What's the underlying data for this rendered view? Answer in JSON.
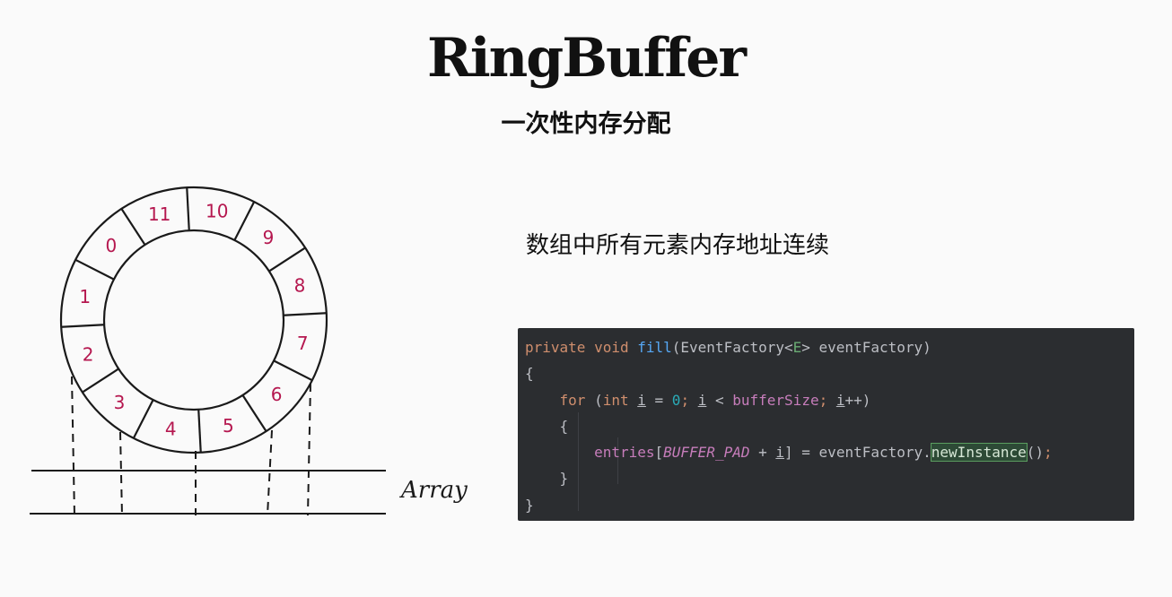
{
  "title": "RingBuffer",
  "subtitle": "一次性内存分配",
  "description": "数组中所有元素内存地址连续",
  "ring": {
    "slots": [
      "10",
      "9",
      "8",
      "7",
      "6",
      "5",
      "4",
      "3",
      "2",
      "1",
      "0",
      "11"
    ],
    "array_label": "Array"
  },
  "code": {
    "l1": {
      "kw": "private void ",
      "fn": "fill",
      "p1": "(EventFactory<",
      "tp": "E",
      "p2": "> eventFactory)"
    },
    "l2": "{",
    "l3": {
      "kw1": "for",
      "p1": " (",
      "kw2": "int",
      "v1": "i",
      "p2": " = ",
      "n0": "0",
      "p3": "; ",
      "v2": "i",
      "p4": " < ",
      "f1": "bufferSize",
      "p5": "; ",
      "v3": "i",
      "p6": "++)"
    },
    "l4": "{",
    "l5": {
      "f1": "entries",
      "p1": "[",
      "c1": "BUFFER_PAD",
      "p2": " + ",
      "v1": "i",
      "p3": "] = eventFactory.",
      "m1": "newInstance",
      "p4": "()",
      "semi": ";"
    },
    "l6": "}",
    "l7": "}"
  }
}
